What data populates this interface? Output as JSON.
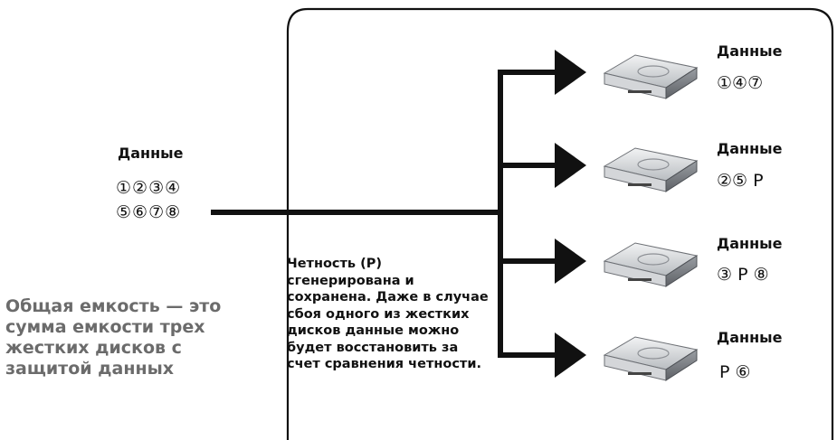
{
  "source": {
    "title": "Данные",
    "line1": "①②③④",
    "line2": "⑤⑥⑦⑧"
  },
  "summary": "Общая емкость — это сумма емкости трех жестких дисков с защитой данных",
  "parity_note": "Четность (P) сгенерирована и сохранена. Даже в случае сбоя одного из жестких дисков данные можно будет восстановить за счет сравнения четности.",
  "disks": [
    {
      "title": "Данные",
      "values": "①④⑦"
    },
    {
      "title": "Данные",
      "values": "②⑤ P"
    },
    {
      "title": "Данные",
      "values": "③ P ⑧"
    },
    {
      "title": "Данные",
      "values": "P ⑥"
    }
  ],
  "icons": {
    "disk": "hard-disk-icon",
    "arrow": "arrow-right-icon"
  },
  "colors": {
    "line": "#111111",
    "summary_text": "#6b6b6b",
    "disk_body": "#c8cbce"
  }
}
